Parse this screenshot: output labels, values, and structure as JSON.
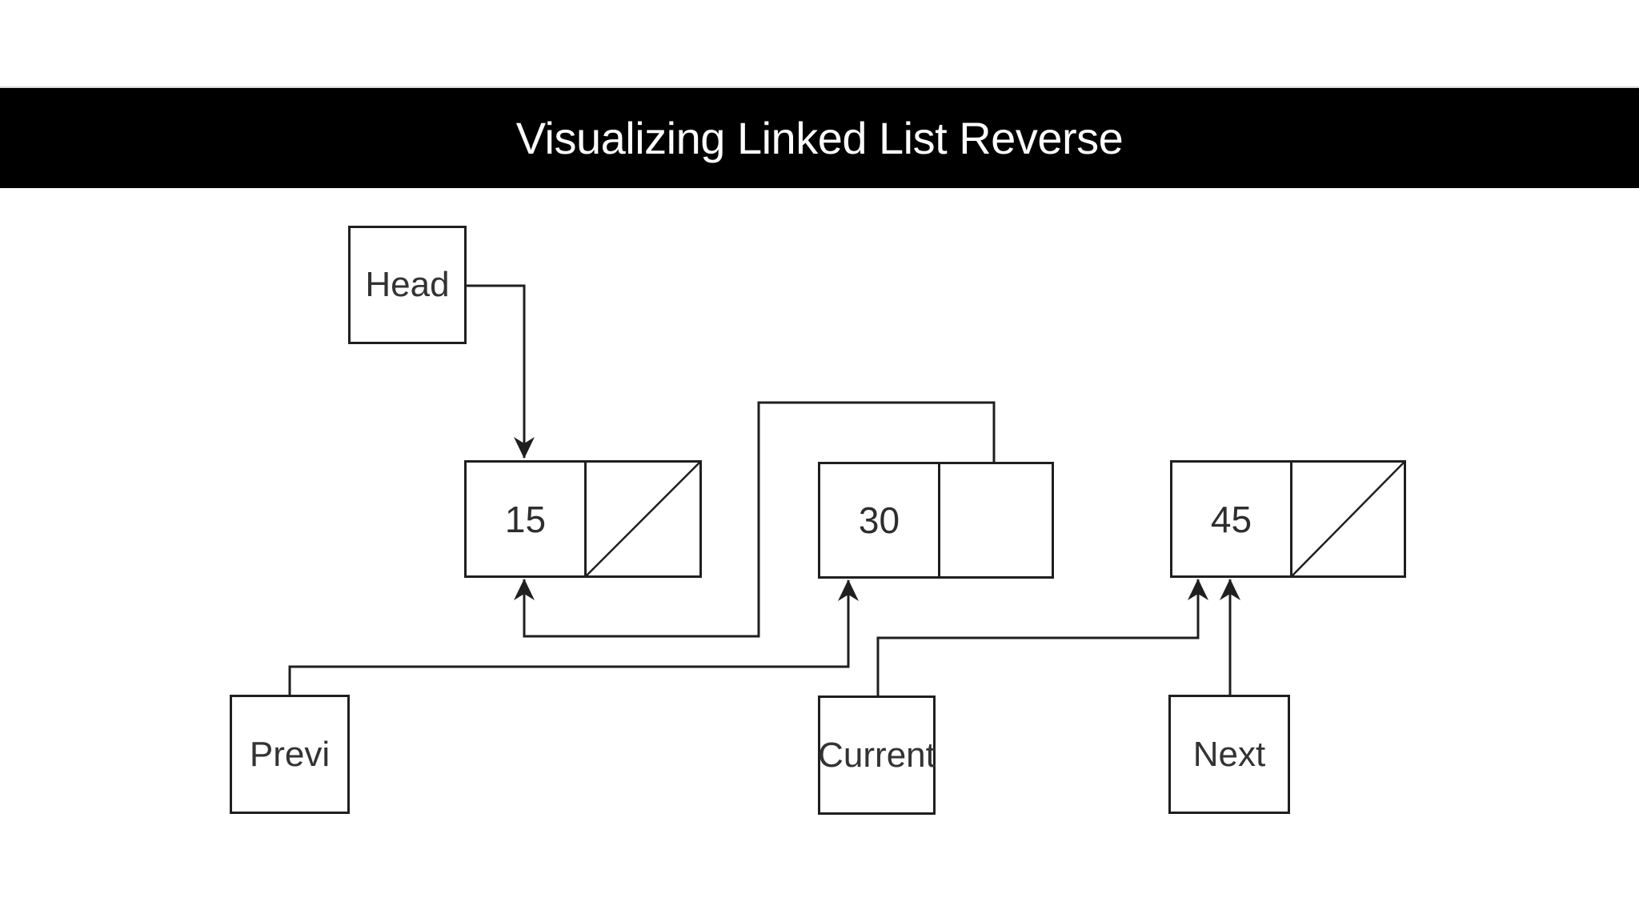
{
  "title": "Visualizing Linked List Reverse",
  "banner": {
    "background": "#000000",
    "text_color": "#ffffff"
  },
  "diagram": {
    "head_label": "Head",
    "nodes": [
      {
        "value": "15",
        "pointer_field": "null (diagonal slash)"
      },
      {
        "value": "30",
        "pointer_field": "empty"
      },
      {
        "value": "45",
        "pointer_field": "null (diagonal slash)"
      }
    ],
    "references": {
      "previous": "Previ",
      "current": "Current",
      "next": "Next"
    },
    "arrows": [
      {
        "from": "Head box",
        "to": "top of node 15"
      },
      {
        "from": "node 30 pointer cell",
        "to": "bottom of node 15"
      },
      {
        "from": "Previ box",
        "to": "bottom of node 30"
      },
      {
        "from": "Current box",
        "to": "bottom of node 45"
      },
      {
        "from": "Next box",
        "to": "bottom of node 45"
      }
    ],
    "line_color": "#1f1f1f",
    "text_color": "#333333",
    "box_fill": "#ffffff"
  }
}
